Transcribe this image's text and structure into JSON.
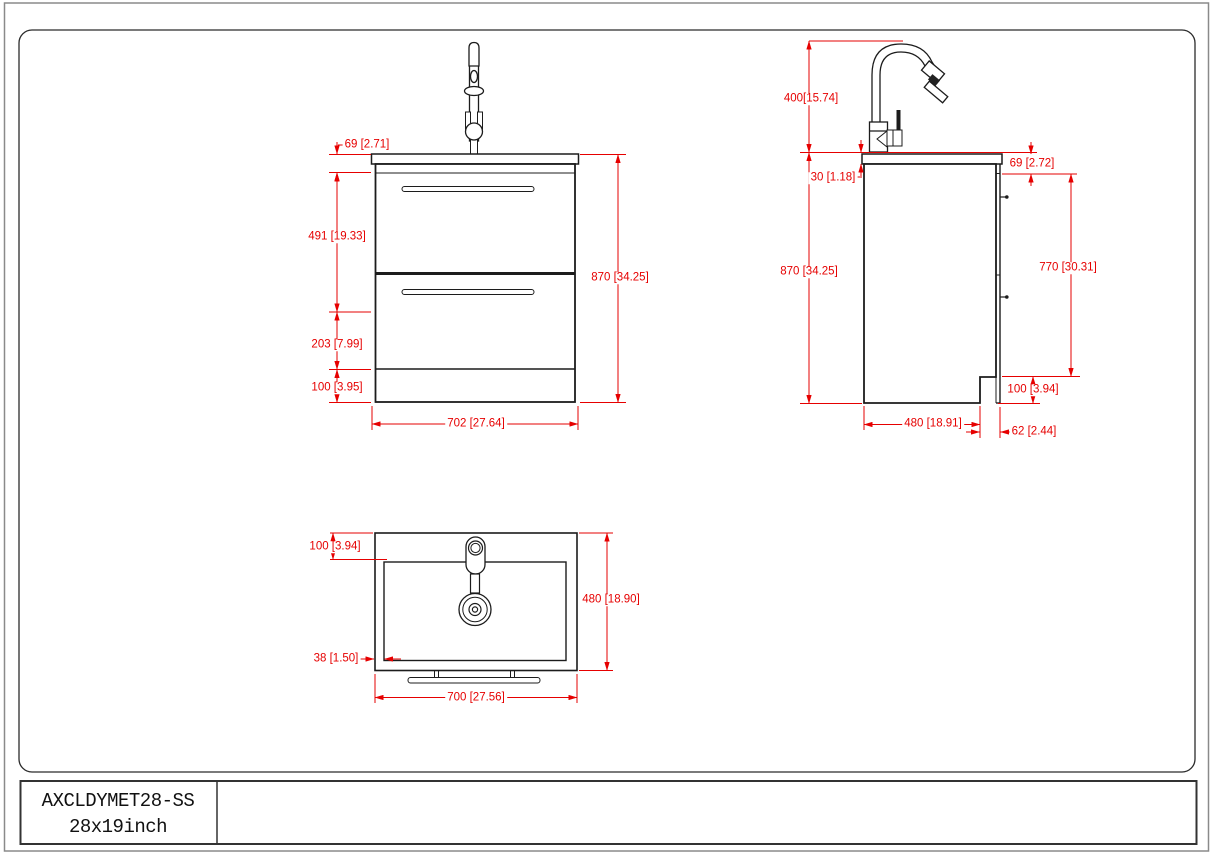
{
  "document": {
    "type": "technical dimension drawing",
    "subject": "bathroom vanity cabinet with pull-down faucet and sink"
  },
  "colors": {
    "dimension_red": "#e60000",
    "line_black": "#1c1c1c",
    "border_gray": "#8a8a8a",
    "background": "#ffffff"
  },
  "title_block": {
    "model_code": "AXCLDYMET28-SS",
    "size_label": "28x19inch"
  },
  "views": {
    "front": {
      "dimensions": {
        "top_section": "69 [2.71]",
        "upper_drawer": "491 [19.33]",
        "lower_section": "203 [7.99]",
        "plinth_height": "100 [3.95]",
        "total_height": "870 [34.25]",
        "total_width": "702 [27.64]"
      }
    },
    "side": {
      "dimensions": {
        "faucet_height": "400[15.74]",
        "countertop_thickness": "30 [1.18]",
        "top_section": "69 [2.72]",
        "total_height": "870 [34.25]",
        "drawer_stack": "770 [30.31]",
        "toe_kick_height": "100 [3.94]",
        "cabinet_depth": "480 [18.91]",
        "toe_kick_depth": "62 [2.44]"
      }
    },
    "top": {
      "dimensions": {
        "basin_offset": "100 [3.94]",
        "rim_thickness": "38 [1.50]",
        "total_depth": "480 [18.90]",
        "total_width": "700 [27.56]"
      }
    }
  }
}
